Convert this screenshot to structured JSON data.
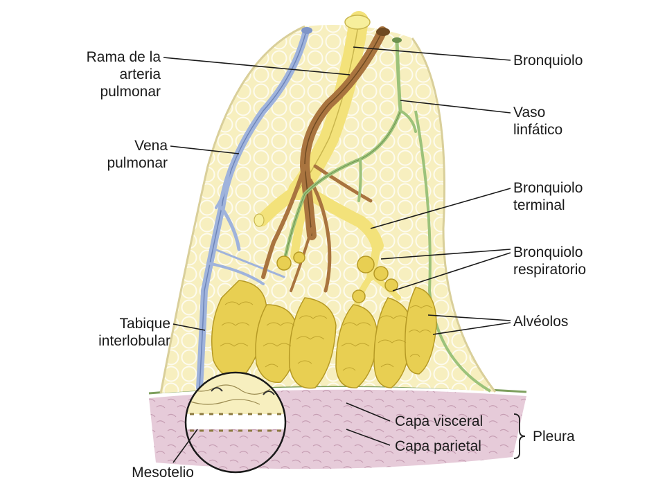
{
  "labels": {
    "rama_arteria": "Rama de la\narteria\npulmonar",
    "vena_pulmonar": "Vena\npulmonar",
    "tabique": "Tabique\ninterlobular",
    "mesotelio": "Mesotelio",
    "bronquiolo": "Bronquiolo",
    "vaso_linfatico": "Vaso\nlinfático",
    "bronquiolo_terminal": "Bronquiolo\nterminal",
    "bronquiolo_respiratorio": "Bronquiolo\nrespiratorio",
    "alveolos": "Alvéolos",
    "capa_visceral": "Capa visceral",
    "capa_parietal": "Capa parietal",
    "pleura": "Pleura"
  },
  "colors": {
    "lobule_background": "#f7efbf",
    "bronchiole": "#f3e27a",
    "artery": "#a9743f",
    "vein": "#9fb3dc",
    "lymphatic": "#9cc27a",
    "alveoli": "#e8cf52",
    "pleura": "#e6cbd9",
    "leader_line": "#1a1a1a"
  }
}
